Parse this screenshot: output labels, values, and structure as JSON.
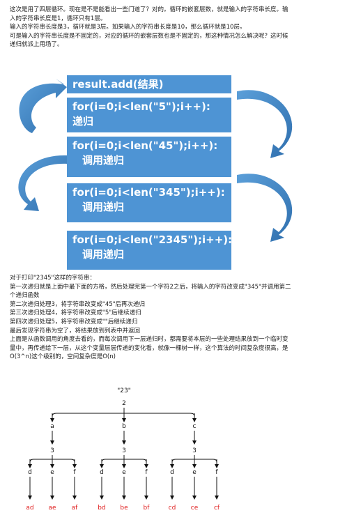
{
  "intro": {
    "lines": [
      "这次是用了四层循环。现在是不是能看出一些门道了？对的。循环的嵌套层数，就是输入的字符串长度。输",
      "入的字符串长度是1，循环只有1层。",
      "输入的字符串长度是3，循环就是3层。如果输入的字符串长度是10，那么循环就是10层。",
      "可是输入的字符串长度是不固定的，对应的循环的嵌套层数也是不固定的，那这种情况怎么解决呢？这时候",
      "递归就派上用场了。"
    ]
  },
  "diagram": {
    "boxes": [
      {
        "line1": "result.add(结果)",
        "line2": ""
      },
      {
        "line1": "for(i=0;i<len(\"5\");i++):",
        "line2": "递归"
      },
      {
        "line1": "for(i=0;i<len(\"45\");i++):",
        "line2": "调用递归"
      },
      {
        "line1": "for(i=0;i<len(\"345\");i++):",
        "line2": "调用递归"
      },
      {
        "line1": "for(i=0;i<len(\"2345\");i++):",
        "line2": "调用递归"
      }
    ],
    "box_color": "#4e94d4"
  },
  "explain": {
    "lines": [
      "对于打印\"2345\"这样的字符串：",
      "第一次递归就是上面中最下面的方格，然后处理完第一个字符2之后，将输入的字符改变成\"345\"并调用第二",
      "个递归函数",
      "第二次递归处理3，将字符串改变成\"45\"后再次递归",
      "第三次递归处理4，将字符串改变成\"5\"后继续递归",
      "第四次递归处理5，将字符串改变成\"\"后继续递归",
      "最后发现字符串为空了，将结果放到列表中并返回",
      "上面是从函数调用的角度去看的，而每次调用下一层递归时，都需要将本层的一些处理结果放到一个临时变",
      "量中，再传递给下一层，从这个变量层层传递的变化看，就像一棵树一样，这个算法的时间复杂度很高，是",
      "O(3^n)这个级别的，空间复杂度是O(n)"
    ]
  },
  "tree": {
    "root_label": "\"23\"",
    "root_digit": "2",
    "level1": [
      "a",
      "b",
      "c"
    ],
    "level2_digit": "3",
    "level3": [
      "d",
      "e",
      "f"
    ],
    "leaves": [
      "ad",
      "ae",
      "af",
      "bd",
      "be",
      "bf",
      "cd",
      "ce",
      "cf"
    ],
    "leaf_color": "#e02020"
  }
}
